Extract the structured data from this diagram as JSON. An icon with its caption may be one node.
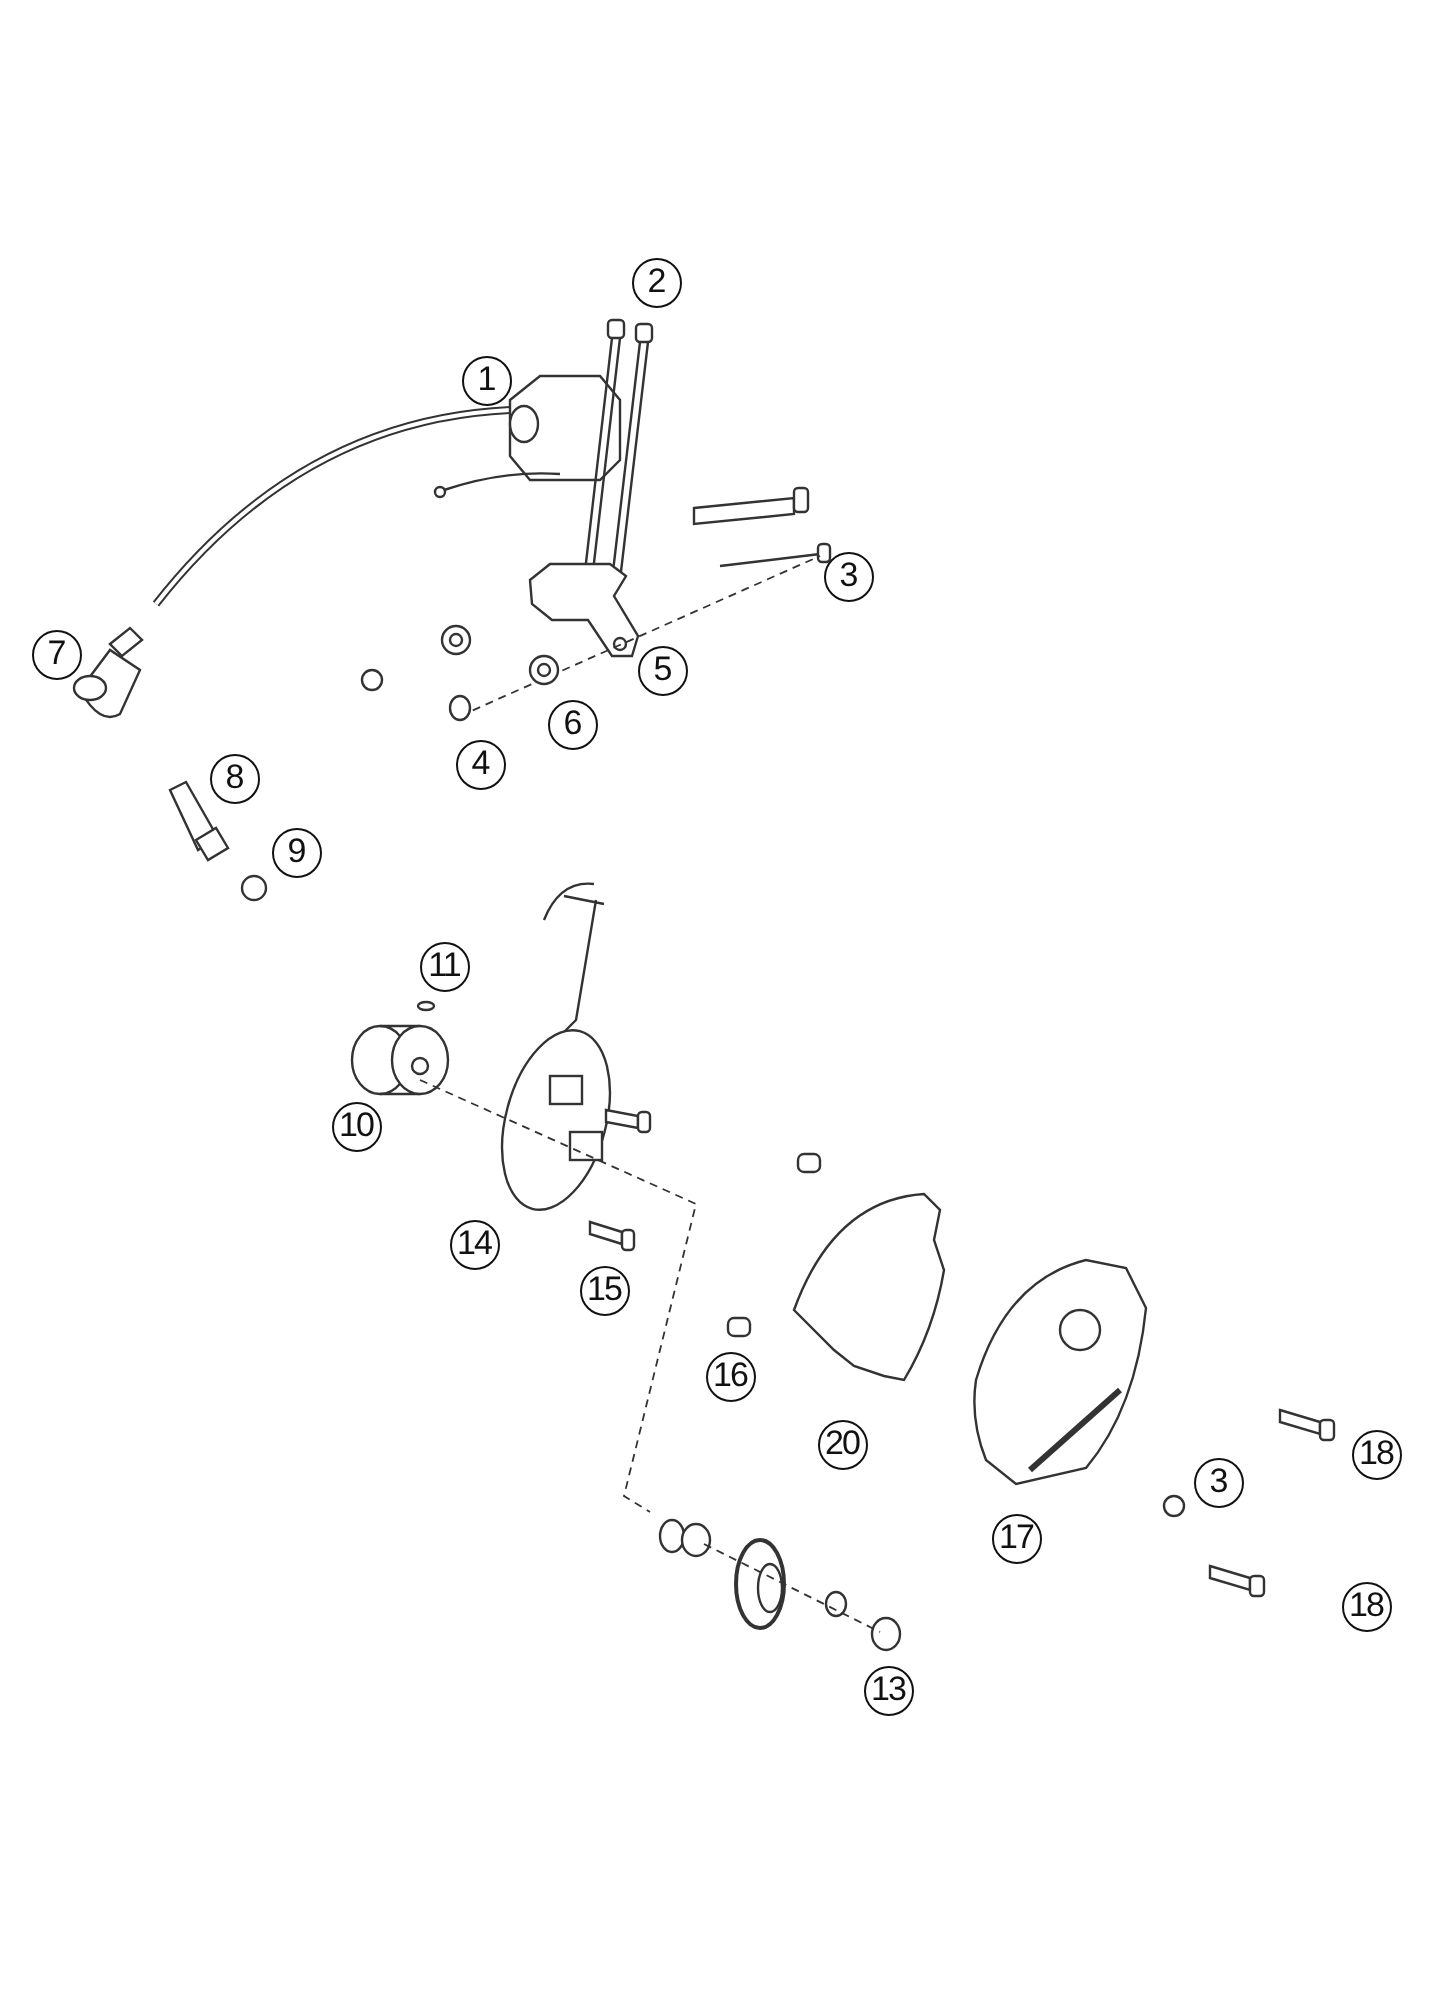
{
  "diagram": {
    "labels": [
      "2",
      "1",
      "3",
      "7",
      "5",
      "6",
      "4",
      "8",
      "9",
      "11",
      "10",
      "14",
      "15",
      "16",
      "20",
      "18",
      "3",
      "17",
      "18",
      "13"
    ]
  }
}
